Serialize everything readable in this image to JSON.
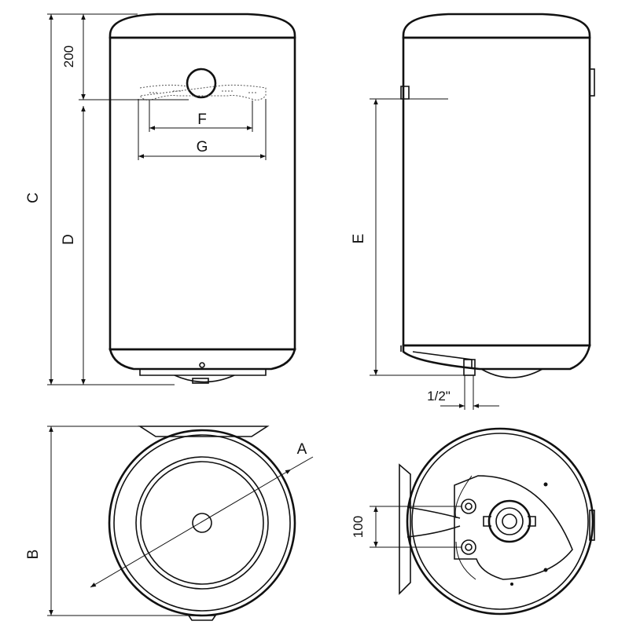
{
  "labels": {
    "c": "C",
    "d": "D",
    "e": "E",
    "f": "F",
    "g": "G",
    "a": "A",
    "b": "B",
    "h200": "200",
    "h100": "100",
    "pipe": "1/2\""
  },
  "colors": {
    "line": "#111111",
    "background": "#ffffff"
  }
}
